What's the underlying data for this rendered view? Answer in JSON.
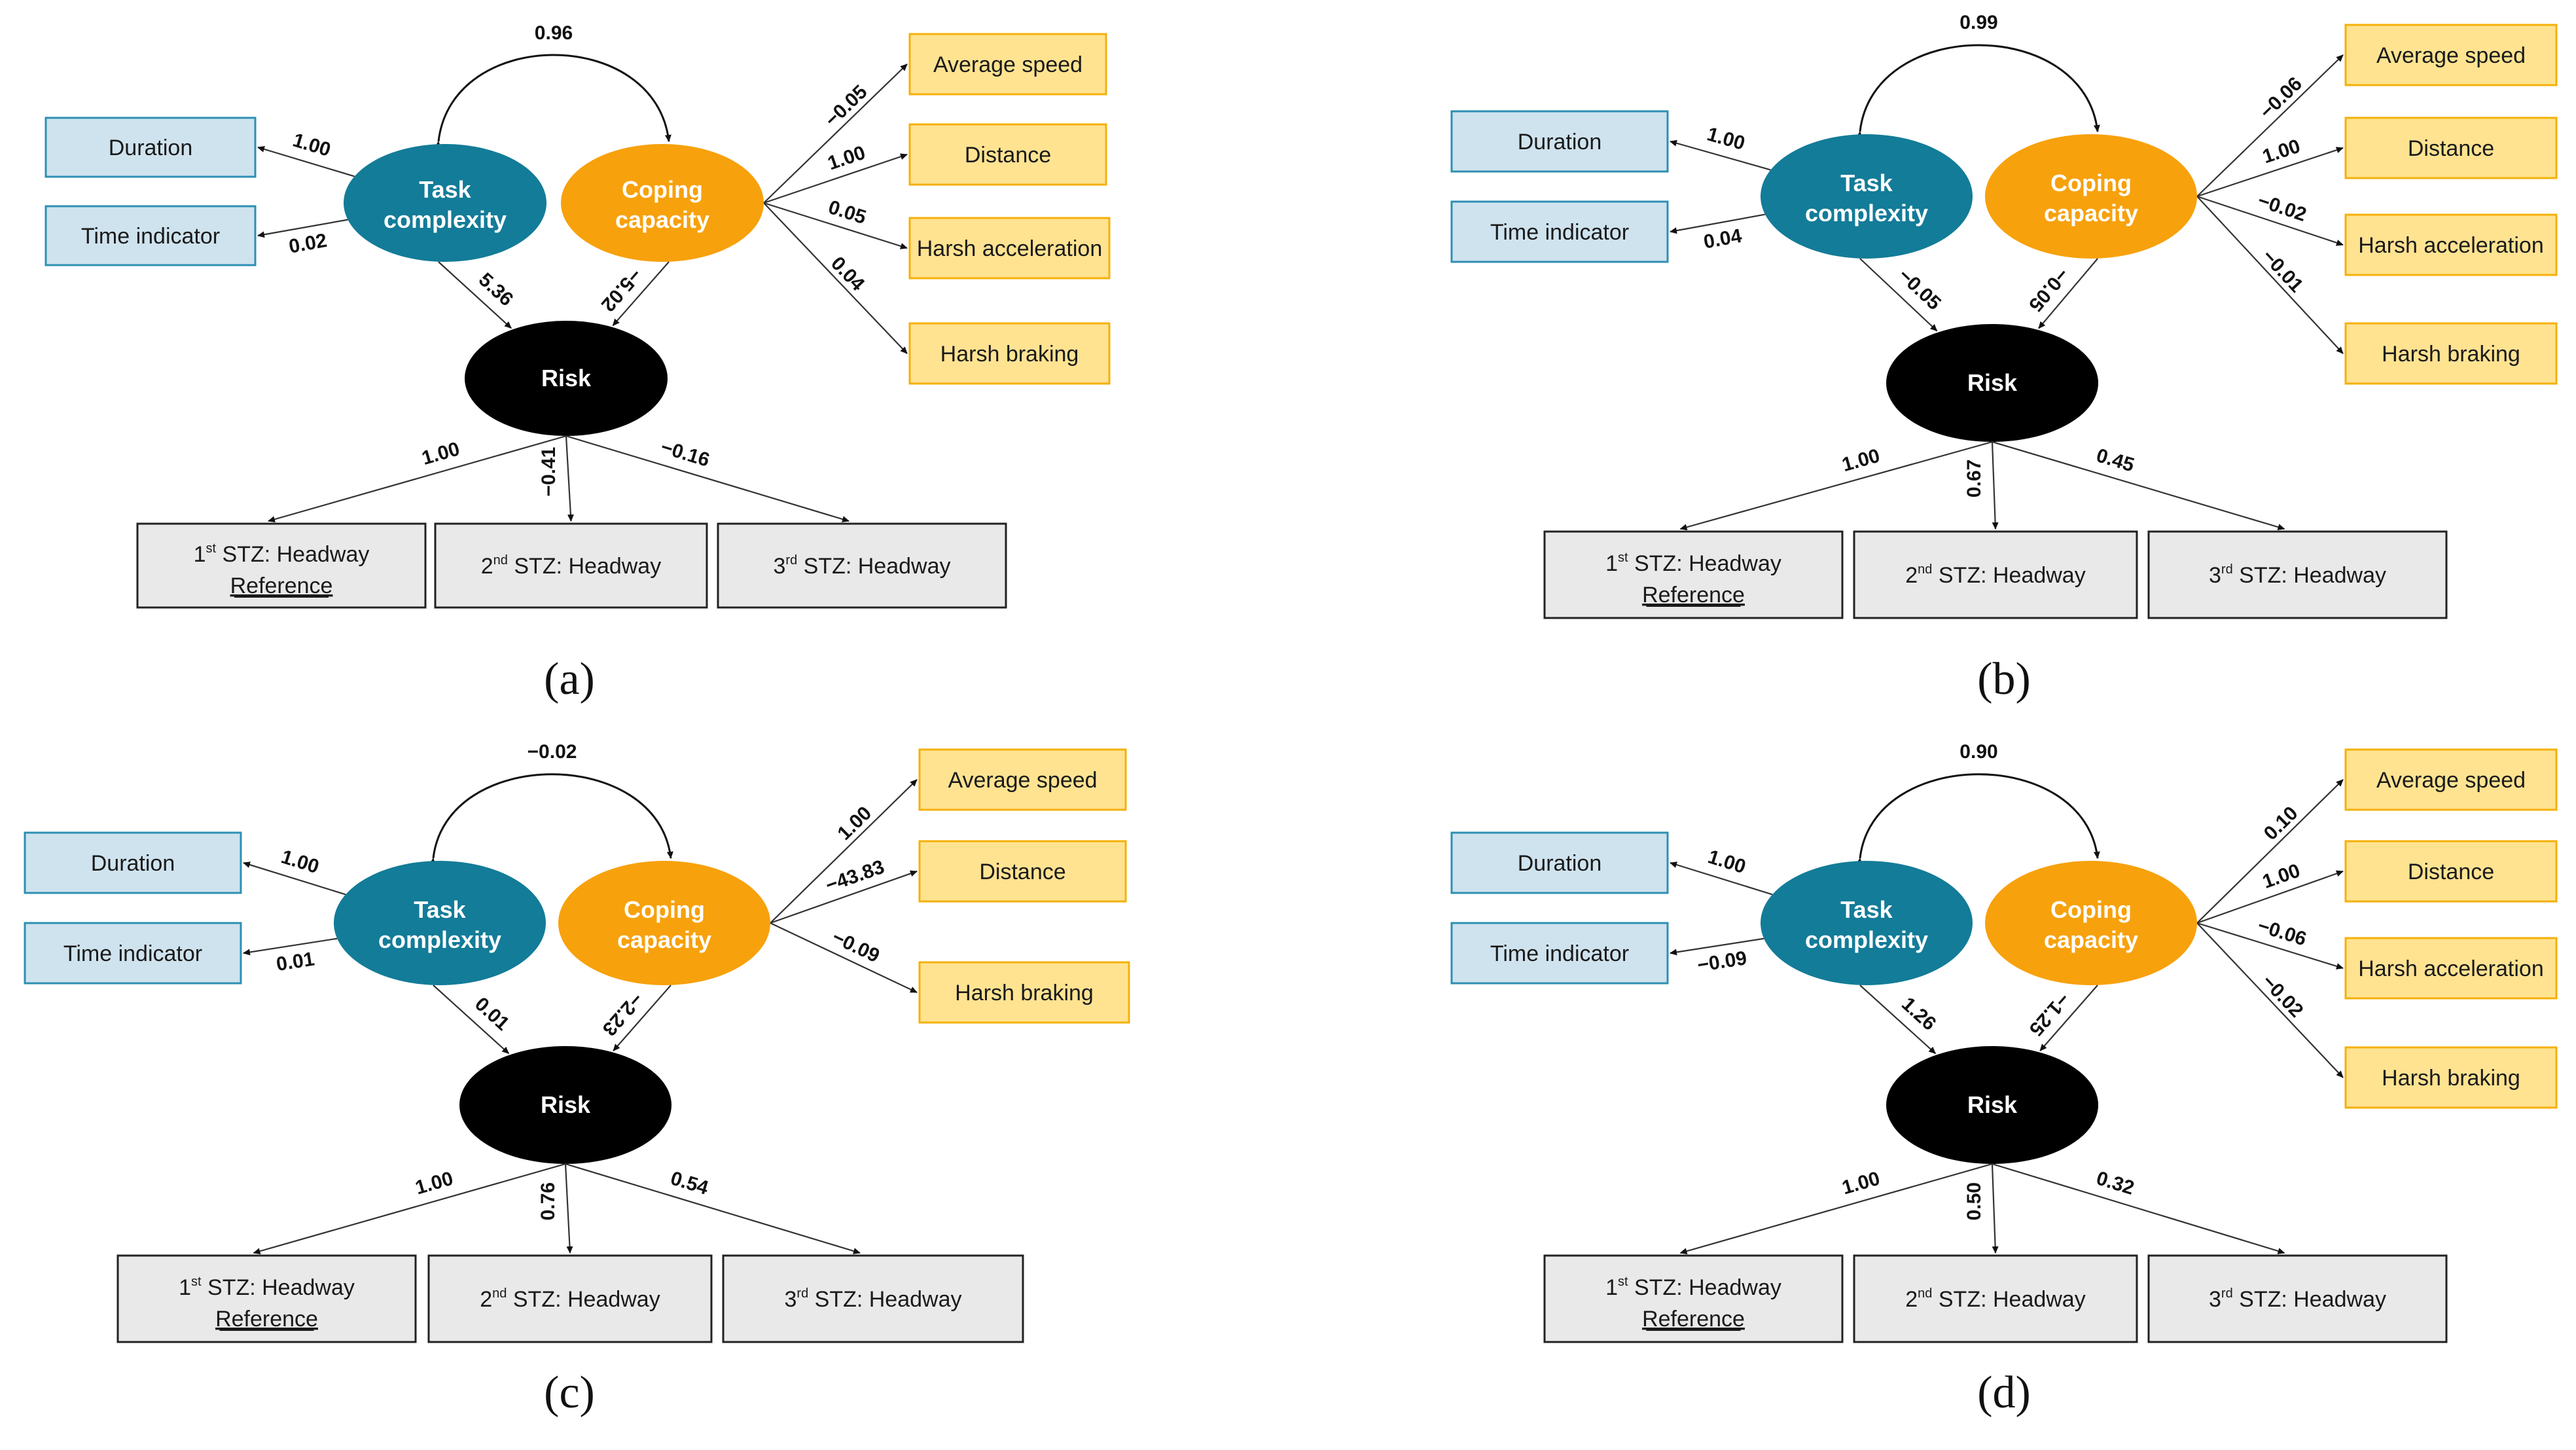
{
  "colors": {
    "task_oval": "#137c98",
    "coping_oval": "#f7a10c",
    "risk_oval": "#000000",
    "blue_box_fill": "#cfe3ee",
    "blue_box_stroke": "#2e8fb3",
    "yellow_box_fill": "#ffe391",
    "yellow_box_stroke": "#f5b00a",
    "grey_box_fill": "#e9e9e9",
    "grey_box_stroke": "#222222"
  },
  "labels": {
    "task": [
      "Task",
      "complexity"
    ],
    "coping": [
      "Coping",
      "capacity"
    ],
    "risk": "Risk",
    "duration": "Duration",
    "time_indicator": "Time indicator",
    "average_speed": "Average speed",
    "distance": "Distance",
    "harsh_acceleration": "Harsh acceleration",
    "harsh_braking": "Harsh braking",
    "stz1": [
      "1",
      "st",
      " STZ: Headway"
    ],
    "stz1_ref": "Reference",
    "stz2": [
      "2",
      "nd",
      " STZ: Headway"
    ],
    "stz3": [
      "3",
      "rd",
      " STZ: Headway"
    ]
  },
  "panels": [
    {
      "caption": "(a)",
      "covariance": "0.96",
      "duration_loading": "1.00",
      "time_indicator_loading": "0.02",
      "coping_indicators": [
        {
          "label_key": "average_speed",
          "loading": "−0.05"
        },
        {
          "label_key": "distance",
          "loading": "1.00"
        },
        {
          "label_key": "harsh_acceleration",
          "loading": "0.05"
        },
        {
          "label_key": "harsh_braking",
          "loading": "0.04"
        }
      ],
      "task_to_risk": "5.36",
      "coping_to_risk": "−5.02",
      "stz_loadings": [
        "1.00",
        "−0.41",
        "−0.16"
      ]
    },
    {
      "caption": "(b)",
      "covariance": "0.99",
      "duration_loading": "1.00",
      "time_indicator_loading": "0.04",
      "coping_indicators": [
        {
          "label_key": "average_speed",
          "loading": "−0.06"
        },
        {
          "label_key": "distance",
          "loading": "1.00"
        },
        {
          "label_key": "harsh_acceleration",
          "loading": "−0.02"
        },
        {
          "label_key": "harsh_braking",
          "loading": "−0.01"
        }
      ],
      "task_to_risk": "−0.05",
      "coping_to_risk": "−0.05",
      "stz_loadings": [
        "1.00",
        "0.67",
        "0.45"
      ]
    },
    {
      "caption": "(c)",
      "covariance": "−0.02",
      "duration_loading": "1.00",
      "time_indicator_loading": "0.01",
      "coping_indicators": [
        {
          "label_key": "average_speed",
          "loading": "1.00"
        },
        {
          "label_key": "distance",
          "loading": "−43.83"
        },
        {
          "label_key": "harsh_braking",
          "loading": "−0.09"
        }
      ],
      "task_to_risk": "0.01",
      "coping_to_risk": "−2.23",
      "stz_loadings": [
        "1.00",
        "0.76",
        "0.54"
      ]
    },
    {
      "caption": "(d)",
      "covariance": "0.90",
      "duration_loading": "1.00",
      "time_indicator_loading": "−0.09",
      "coping_indicators": [
        {
          "label_key": "average_speed",
          "loading": "0.10"
        },
        {
          "label_key": "distance",
          "loading": "1.00"
        },
        {
          "label_key": "harsh_acceleration",
          "loading": "−0.06"
        },
        {
          "label_key": "harsh_braking",
          "loading": "−0.02"
        }
      ],
      "task_to_risk": "1.26",
      "coping_to_risk": "−1.25",
      "stz_loadings": [
        "1.00",
        "0.50",
        "0.32"
      ]
    }
  ]
}
